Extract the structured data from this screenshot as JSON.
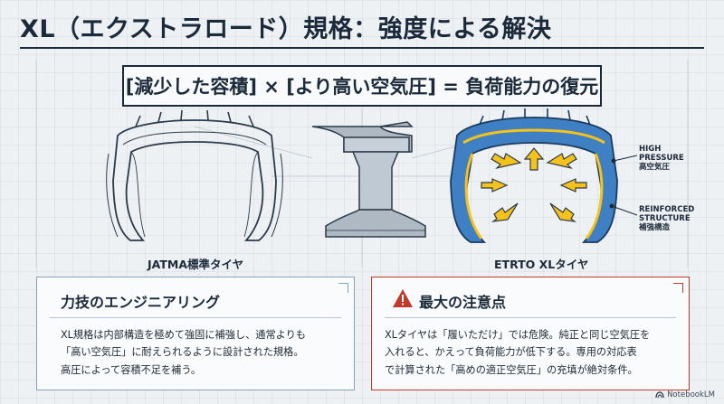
{
  "title": "XL（エクストラロード）規格：強度による解決",
  "formula": "[減少した容積] × [より高い空気圧] = 負荷能力の復元",
  "tires": {
    "left_label": "JATMA標準タイヤ",
    "right_label": "ETRTO XLタイヤ"
  },
  "annotations": {
    "pressure_en_1": "HIGH",
    "pressure_en_2": "PRESSURE",
    "pressure_jp": "高空気圧",
    "structure_en_1": "REINFORCED",
    "structure_en_2": "STRUCTURE",
    "structure_jp": "補強構造"
  },
  "panel_left": {
    "heading": "力技のエンジニアリング",
    "line1": "XL規格は内部構造を極めて強固に補強し、通常よりも",
    "line2": "「高い空気圧」に耐えられるように設計された規格。",
    "line3": "高圧によって容積不足を補う。"
  },
  "panel_right": {
    "heading": "最大の注意点",
    "line1": "XLタイヤは「履いただけ」では危険。純正と同じ空気圧を",
    "line2": "入れると、かえって負荷能力が低下する。専用の対応表",
    "line3": "で計算された「高めの適正空気圧」の充填が絶対条件。"
  },
  "brand": "NotebookLM",
  "colors": {
    "ink": "#1b2a3a",
    "tire_blue": "#3f7fc4",
    "arrow_yellow": "#f4c21b",
    "warn_red": "#c0392b"
  }
}
